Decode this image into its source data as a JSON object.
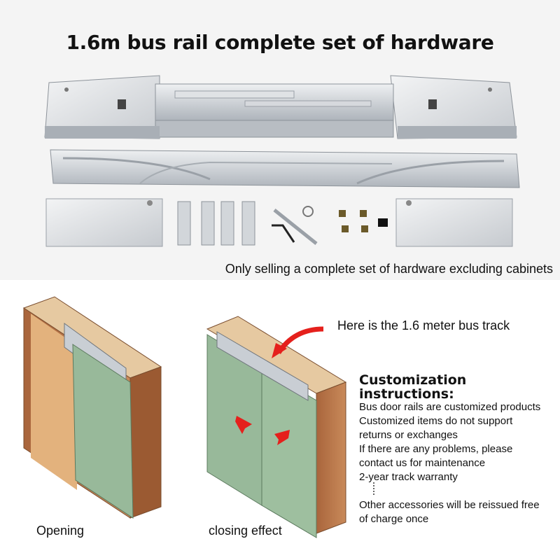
{
  "title": "1.6m bus rail complete set of hardware",
  "top_caption": "Only selling a complete set of hardware excluding cabinets",
  "track_note": "Here is the 1.6 meter bus track",
  "customization": {
    "heading_line1": "Customization",
    "heading_line2": "instructions:",
    "lines": [
      "Bus door rails are customized products",
      "Customized items do not support",
      "returns or exchanges",
      "If there are any problems, please",
      "contact us for maintenance",
      "2-year track warranty"
    ],
    "footer_line1": "Other accessories will be reissued free",
    "footer_line2": "of charge once"
  },
  "labels": {
    "opening": "Opening",
    "closing": "closing effect"
  },
  "colors": {
    "door_green": "#98b99a",
    "cabinet_wood": "#b9764a",
    "rail_silver": "#c9ced4",
    "arrow_red": "#e5201c"
  }
}
